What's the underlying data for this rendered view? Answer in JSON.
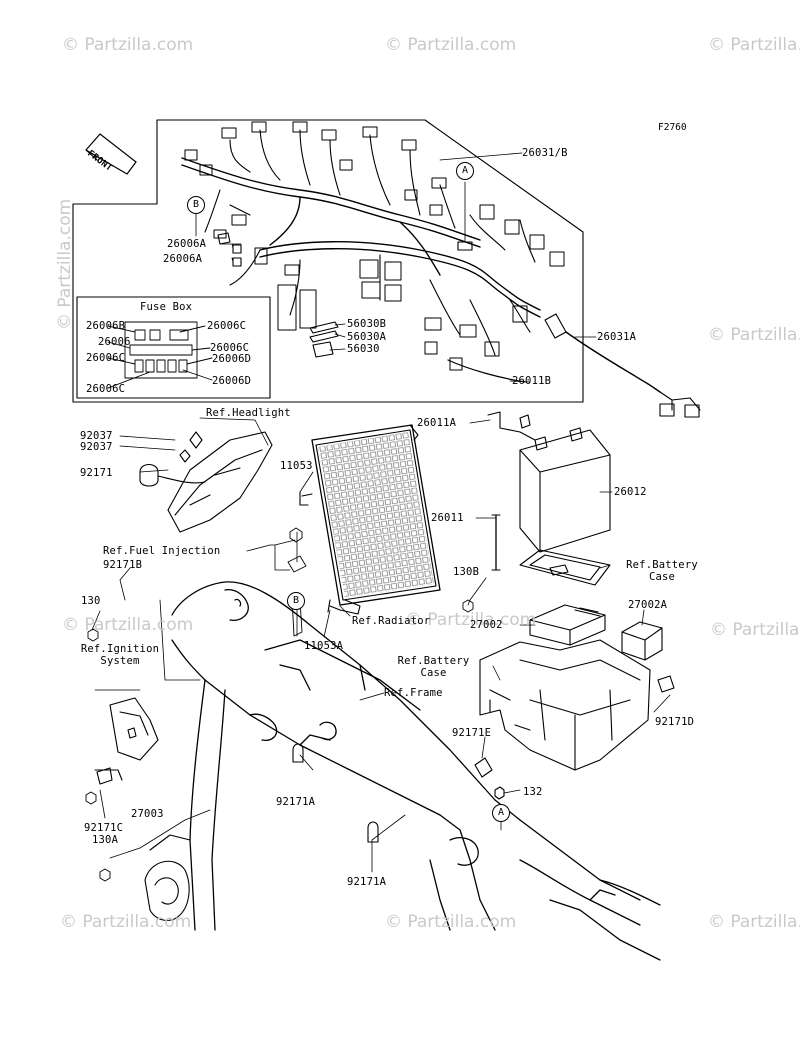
{
  "figure_code": "F2760",
  "watermark": "© Partzilla.com",
  "front_marker": "FRONT",
  "callouts": [
    "A",
    "B",
    "B",
    "A"
  ],
  "fuse_box_title": "Fuse Box",
  "labels": {
    "l26031b": "26031/B",
    "l26031a": "26031A",
    "l26006a_1": "26006A",
    "l26006a_2": "26006A",
    "l26006b": "26006B",
    "l26006c_1": "26006C",
    "l26006": "26006",
    "l26006c_2": "26006C",
    "l26006c_3": "26006C",
    "l26006d_1": "26006D",
    "l26006c_4": "26006C",
    "l26006d_2": "26006D",
    "l56030b": "56030B",
    "l56030a": "56030A",
    "l56030": "56030",
    "l26011b": "26011B",
    "l26011a": "26011A",
    "l26011": "26011",
    "l26012": "26012",
    "l92037_1": "92037",
    "l92037_2": "92037",
    "l92171": "92171",
    "ref_headlight": "Ref.Headlight",
    "l11053": "11053",
    "l11053a": "11053A",
    "ref_fuel": "Ref.Fuel Injection",
    "l92171b": "92171B",
    "l130": "130",
    "ref_ignition_1": "Ref.Ignition",
    "ref_ignition_2": "System",
    "ref_radiator": "Ref.Radiator",
    "l130b": "130B",
    "ref_battery_case_1a": "Ref.Battery",
    "ref_battery_case_1b": "Case",
    "l27002": "27002",
    "l27002a": "27002A",
    "ref_battery_case_2a": "Ref.Battery",
    "ref_battery_case_2b": "Case",
    "ref_frame": "Ref.Frame",
    "l92171e": "92171E",
    "l92171d": "92171D",
    "l132": "132",
    "l92171a_1": "92171A",
    "l92171a_2": "92171A",
    "l92171c": "92171C",
    "l130a": "130A",
    "l27003": "27003"
  }
}
